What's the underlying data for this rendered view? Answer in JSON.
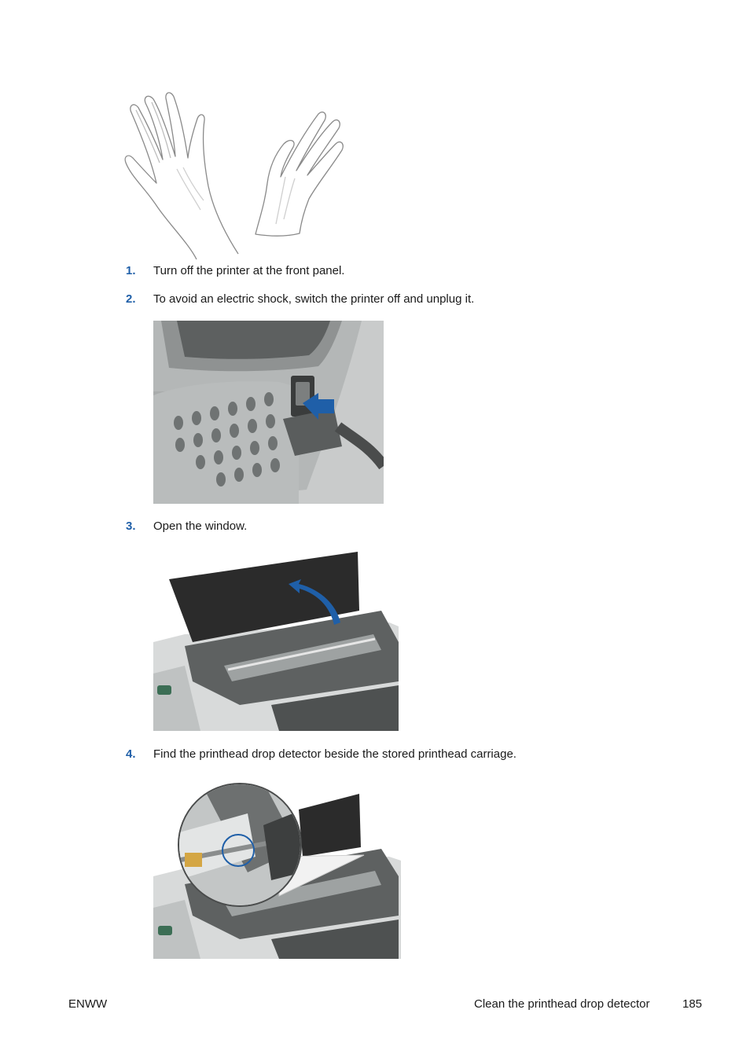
{
  "steps": [
    {
      "number": "1.",
      "text": "Turn off the printer at the front panel."
    },
    {
      "number": "2.",
      "text": "To avoid an electric shock, switch the printer off and unplug it."
    },
    {
      "number": "3.",
      "text": "Open the window."
    },
    {
      "number": "4.",
      "text": "Find the printhead drop detector beside the stored printhead carriage."
    }
  ],
  "footer": {
    "left": "ENWW",
    "section": "Clean the printhead drop detector",
    "page_number": "185"
  },
  "colors": {
    "step_number": "#1f5fa8",
    "arrow": "#1f5fa8",
    "printer_gray": "#b9bcbc",
    "window_dark": "#2b2b2b"
  }
}
